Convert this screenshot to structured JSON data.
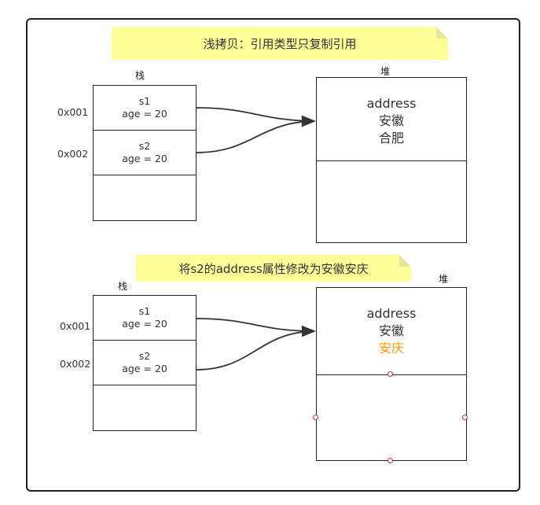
{
  "top": {
    "title": "浅拷贝：引用类型只复制引用",
    "stack_label": "栈",
    "heap_label": "堆",
    "addresses": [
      "0x001",
      "0x002"
    ],
    "cells": [
      {
        "var": "s1",
        "field": "age = 20"
      },
      {
        "var": "s2",
        "field": "age = 20"
      }
    ],
    "heap_lines": [
      "address",
      "安徽",
      "合肥"
    ]
  },
  "bottom": {
    "title": "将s2的address属性修改为安徽安庆",
    "stack_label": "栈",
    "heap_label": "堆",
    "addresses": [
      "0x001",
      "0x002"
    ],
    "cells": [
      {
        "var": "s1",
        "field": "age = 20"
      },
      {
        "var": "s2",
        "field": "age = 20"
      }
    ],
    "heap_lines": [
      "address",
      "安徽",
      "安庆"
    ]
  },
  "colors": {
    "note_fill": "#ffff99",
    "changed_text": "#ff9900",
    "line": "#333333"
  }
}
